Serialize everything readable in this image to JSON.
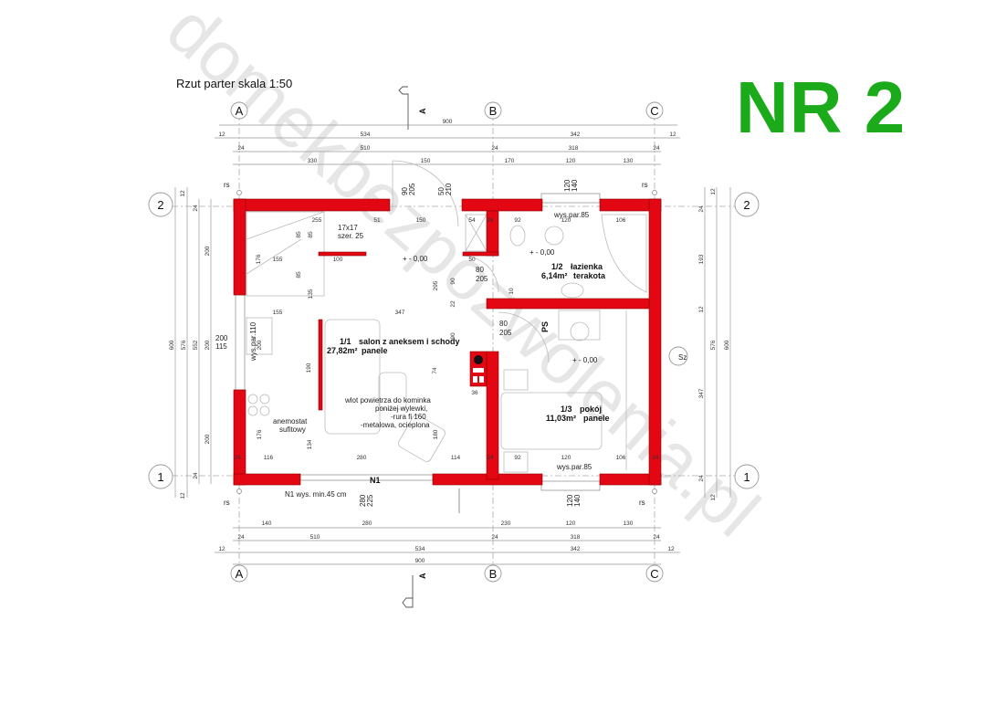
{
  "title": "Rzut parter skala 1:50",
  "badge": "NR 2",
  "watermark": "domekbezpozwolenia.pl",
  "colors": {
    "wall": "#e30613",
    "badge": "#1aaa1a"
  },
  "axes": {
    "a": "A",
    "b": "B",
    "c": "C",
    "row1": "1",
    "row2": "2",
    "sz": "Sz",
    "section": "A",
    "rs": "rs"
  },
  "dims_top": {
    "total": "900",
    "r1": [
      "12",
      "534",
      "342",
      "12"
    ],
    "r2": [
      "24",
      "510",
      "24",
      "318",
      "24"
    ],
    "r3": [
      "330",
      "150",
      "170",
      "120",
      "130"
    ]
  },
  "dims_bottom": {
    "total": "900",
    "r1": [
      "12",
      "534",
      "342",
      "12"
    ],
    "r2": [
      "24",
      "510",
      "24",
      "318",
      "24"
    ],
    "r3": [
      "140",
      "280",
      "230",
      "120",
      "130"
    ]
  },
  "dims_left": {
    "top12": "12",
    "top24": "24",
    "seg1": "200",
    "seg2": "200",
    "seg3": "200",
    "d552": "552",
    "d576": "576",
    "d600": "600",
    "win_w": "200",
    "win_h": "115",
    "bot24": "24",
    "bot12": "12"
  },
  "dims_right": {
    "top12": "12",
    "top24": "24",
    "seg1": "193",
    "mid12": "12",
    "seg2": "347",
    "bot24": "24",
    "bot12": "12",
    "d576": "576",
    "d600": "600"
  },
  "openings": {
    "door_top": [
      "90",
      "205"
    ],
    "door_top2": [
      "50",
      "210"
    ],
    "win_top": [
      "120",
      "140"
    ],
    "win_bottom": [
      "120",
      "140"
    ],
    "n1": [
      "280",
      "225"
    ],
    "n1_label": "N1",
    "n1_note": "N1 wys. min.45 cm",
    "door_bath": [
      "80",
      "205"
    ],
    "door_room": [
      "80",
      "205"
    ]
  },
  "interior_dims": {
    "top": [
      "255",
      "51",
      "150",
      "54",
      "24",
      "92",
      "120",
      "106"
    ],
    "row2": [
      "155",
      "100",
      "50"
    ],
    "row3": [
      "155",
      "347"
    ],
    "bottom": [
      "24",
      "116",
      "280",
      "114",
      "24",
      "92",
      "120",
      "106",
      "24"
    ],
    "vertical": [
      "85",
      "85",
      "176",
      "85",
      "135",
      "295",
      "90",
      "22",
      "90",
      "10",
      "74",
      "190",
      "134",
      "176",
      "200",
      "180"
    ],
    "chimney": "36"
  },
  "rooms": [
    {
      "id": "1/1",
      "name": "salon z aneksem i schody",
      "area": "27,82m²",
      "finish": "panele"
    },
    {
      "id": "1/2",
      "name": "łazienka",
      "area": "6,14m²",
      "finish": "terakota"
    },
    {
      "id": "1/3",
      "name": "pokój",
      "area": "11,03m²",
      "finish": "panele"
    }
  ],
  "levels": [
    "+ - 0,00",
    "+ - 0,00",
    "+ - 0,00"
  ],
  "notes": {
    "stairs": [
      "17x17",
      "szer. 25"
    ],
    "sill_bath": "wys.par.85",
    "sill_room": "wys.par.85",
    "sill_kitchen": "wys.par.110",
    "fireplace": [
      "wlot powietrza do kominka",
      "poniżej wylewki,",
      "-rura fi 160",
      "-metalowa, ocieplona"
    ],
    "anemostat": [
      "anemostat",
      "sufitowy"
    ],
    "ps": "PS"
  }
}
